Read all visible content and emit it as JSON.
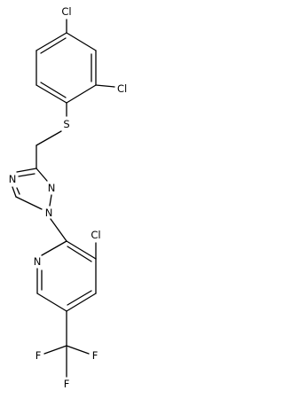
{
  "atoms": {
    "cl_top": "Cl",
    "cl_ortho": "Cl",
    "sulfur": "S",
    "triazole_n_left": "N",
    "triazole_n_right": "N",
    "triazole_n1": "N",
    "cl_pyridine": "Cl",
    "pyridine_n": "N",
    "f_left": "F",
    "f_right": "F",
    "f_bottom": "F"
  },
  "colors": {
    "bond": "#000000",
    "label": "#000000",
    "background": "#ffffff"
  }
}
